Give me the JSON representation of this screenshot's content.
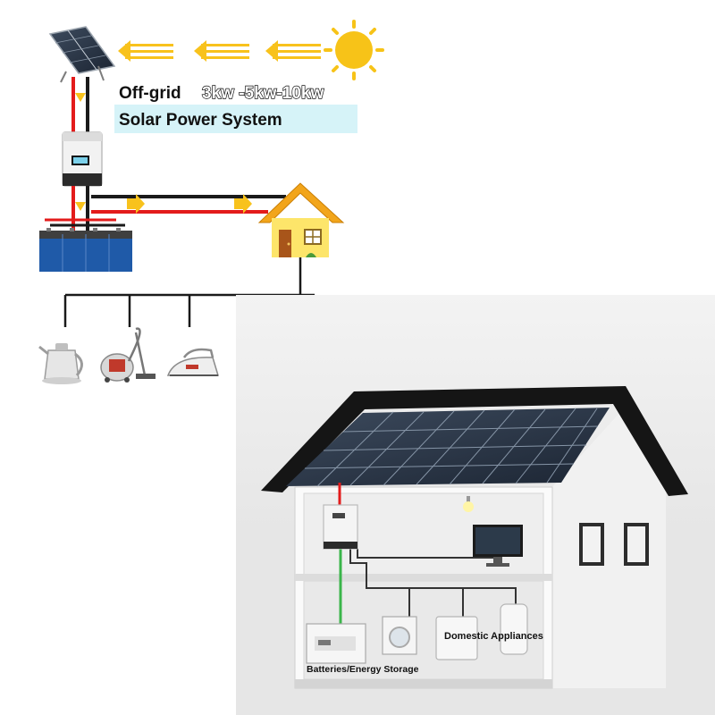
{
  "header": {
    "title_prefix": "Off-grid",
    "title_capacity": "3kw -5kw-10kw",
    "title_line2": "Solar Power System"
  },
  "captions": {
    "domestic_appliances": "Domestic Appliances",
    "batteries": "Batteries/Energy Storage"
  },
  "colors": {
    "positive_wire": "#e31b1b",
    "negative_wire": "#1a1a1a",
    "flow_arrow": "#f8c21c",
    "sun": "#f7c318",
    "title_highlight": "#d6f3f8",
    "house_roof": "#f2a51b",
    "house_wall": "#fde56a",
    "battery": "#1f5aa8",
    "ground_wire": "#3ab54a"
  },
  "icons": {
    "panel": "solar-panel-icon",
    "sun": "sun-icon",
    "controller": "charge-controller-icon",
    "battery": "battery-bank-icon",
    "house": "house-icon",
    "appliances": [
      "kettle-icon",
      "vacuum-cleaner-icon",
      "iron-icon",
      "washing-machine-icon",
      "tv-monitor-icon"
    ]
  }
}
